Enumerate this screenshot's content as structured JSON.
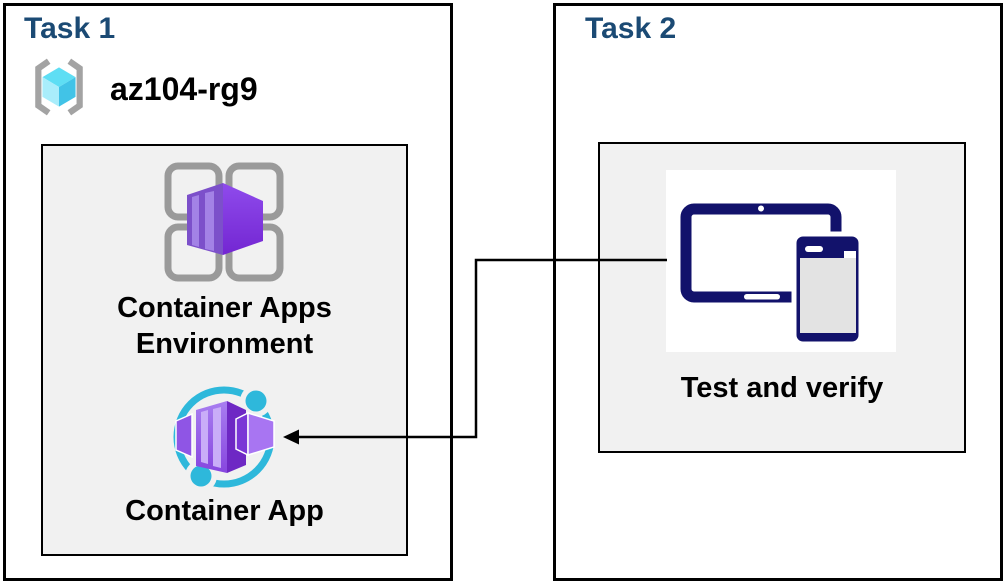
{
  "diagram": {
    "task1": {
      "title": "Task 1",
      "resource_group_name": "az104-rg9",
      "environment_label": "Container Apps Environment",
      "container_app_label": "Container App"
    },
    "task2": {
      "title": "Task 2",
      "test_label": "Test and verify"
    },
    "connector": {
      "from": "Test and verify",
      "to": "Container App",
      "shape": "elbow",
      "arrow_direction": "left"
    },
    "icons": {
      "resource_group": "azure-resource-group-icon",
      "environment": "container-apps-environment-icon",
      "container_app": "container-app-icon",
      "devices": "tablet-and-phone-icon"
    },
    "colors": {
      "title_navy": "#1B4A74",
      "box_border": "#000000",
      "inner_box_bg": "#F1F1F1",
      "device_navy": "#12126B",
      "ring_cyan": "#2EB8DB",
      "cube_purple": "#8746DF",
      "bracket_gray": "#A3A3A3",
      "grid_gray": "#9A9A9A",
      "rg_cube_cyan": "#5EDEF4"
    }
  }
}
